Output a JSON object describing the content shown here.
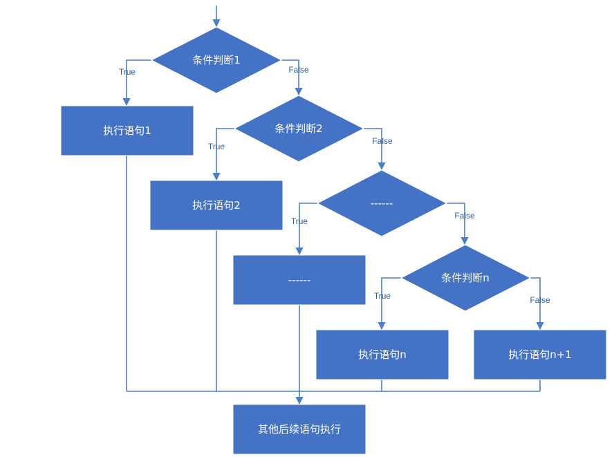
{
  "diagram": {
    "colors": {
      "node_fill": "#4472c4",
      "node_text": "#ffffff",
      "edge": "#4a7ec6",
      "edge_label": "#2e5c9a"
    },
    "decisions": {
      "d1": "条件判断1",
      "d2": "条件判断2",
      "d3": "------",
      "dn": "条件判断n"
    },
    "statements": {
      "s1": "执行语句1",
      "s2": "执行语句2",
      "s3": "------",
      "sn": "执行语句n",
      "sn1": "执行语句n+1",
      "end": "其他后续语句执行"
    },
    "edge_labels": {
      "d1_true": "True",
      "d1_false": "False",
      "d2_true": "True",
      "d2_false": "False",
      "d3_true": "True",
      "d3_false": "False",
      "dn_true": "True",
      "dn_false": "False"
    }
  }
}
